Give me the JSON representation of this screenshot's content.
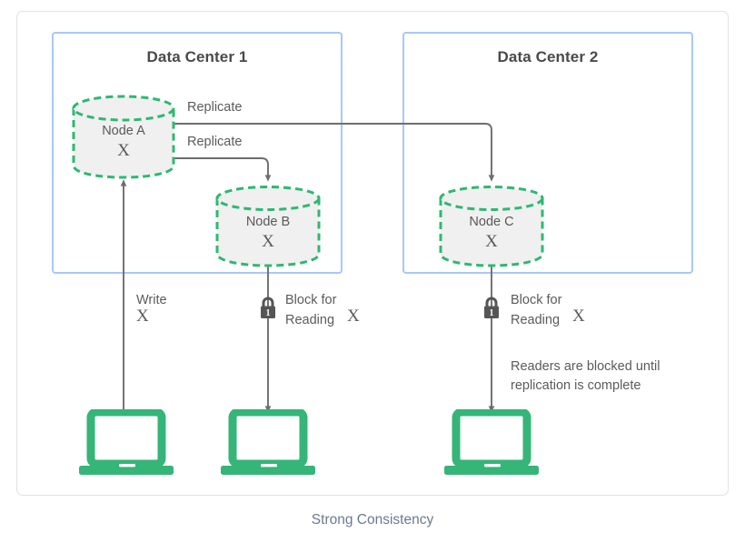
{
  "caption": "Strong Consistency",
  "colors": {
    "node_border": "#2eb872",
    "node_fill": "#f0f0f0",
    "datacenter_border": "#a9c8f7",
    "arrow": "#6e6e6e",
    "laptop": "#35b578",
    "lock": "#555555",
    "caption_text": "#6b7a90",
    "frame_border": "#e2e2e2"
  },
  "datacenters": [
    {
      "id": "dc1",
      "title": "Data Center 1"
    },
    {
      "id": "dc2",
      "title": "Data Center 2"
    }
  ],
  "nodes": [
    {
      "id": "node-a",
      "name": "Node A",
      "value": "X",
      "datacenter": "Data Center 1"
    },
    {
      "id": "node-b",
      "name": "Node B",
      "value": "X",
      "datacenter": "Data Center 1"
    },
    {
      "id": "node-c",
      "name": "Node C",
      "value": "X",
      "datacenter": "Data Center 2"
    }
  ],
  "edges": [
    {
      "id": "replicate-a-to-c",
      "label": "Replicate",
      "from": "Node A",
      "to": "Node C"
    },
    {
      "id": "replicate-a-to-b",
      "label": "Replicate",
      "from": "Node A",
      "to": "Node B"
    },
    {
      "id": "write-client-to-a",
      "label": "Write",
      "value": "X",
      "from": "client-1",
      "to": "Node A"
    },
    {
      "id": "block-b",
      "label": "Block for\nReading",
      "value": "X",
      "from": "Node B",
      "to": "client-2"
    },
    {
      "id": "block-c",
      "label": "Block for\nReading",
      "value": "X",
      "from": "Node C",
      "to": "client-3"
    }
  ],
  "labels": {
    "replicate_top": "Replicate",
    "replicate_bottom": "Replicate",
    "write": "Write",
    "write_value": "X",
    "block_b_line1": "Block for",
    "block_b_line2": "Reading",
    "block_b_value": "X",
    "block_c_line1": "Block for",
    "block_c_line2": "Reading",
    "block_c_value": "X",
    "note_line1": "Readers are blocked until",
    "note_line2": "replication is complete"
  },
  "lock_badge": "1",
  "clients": [
    {
      "id": "client-1",
      "type": "laptop"
    },
    {
      "id": "client-2",
      "type": "laptop"
    },
    {
      "id": "client-3",
      "type": "laptop"
    }
  ]
}
